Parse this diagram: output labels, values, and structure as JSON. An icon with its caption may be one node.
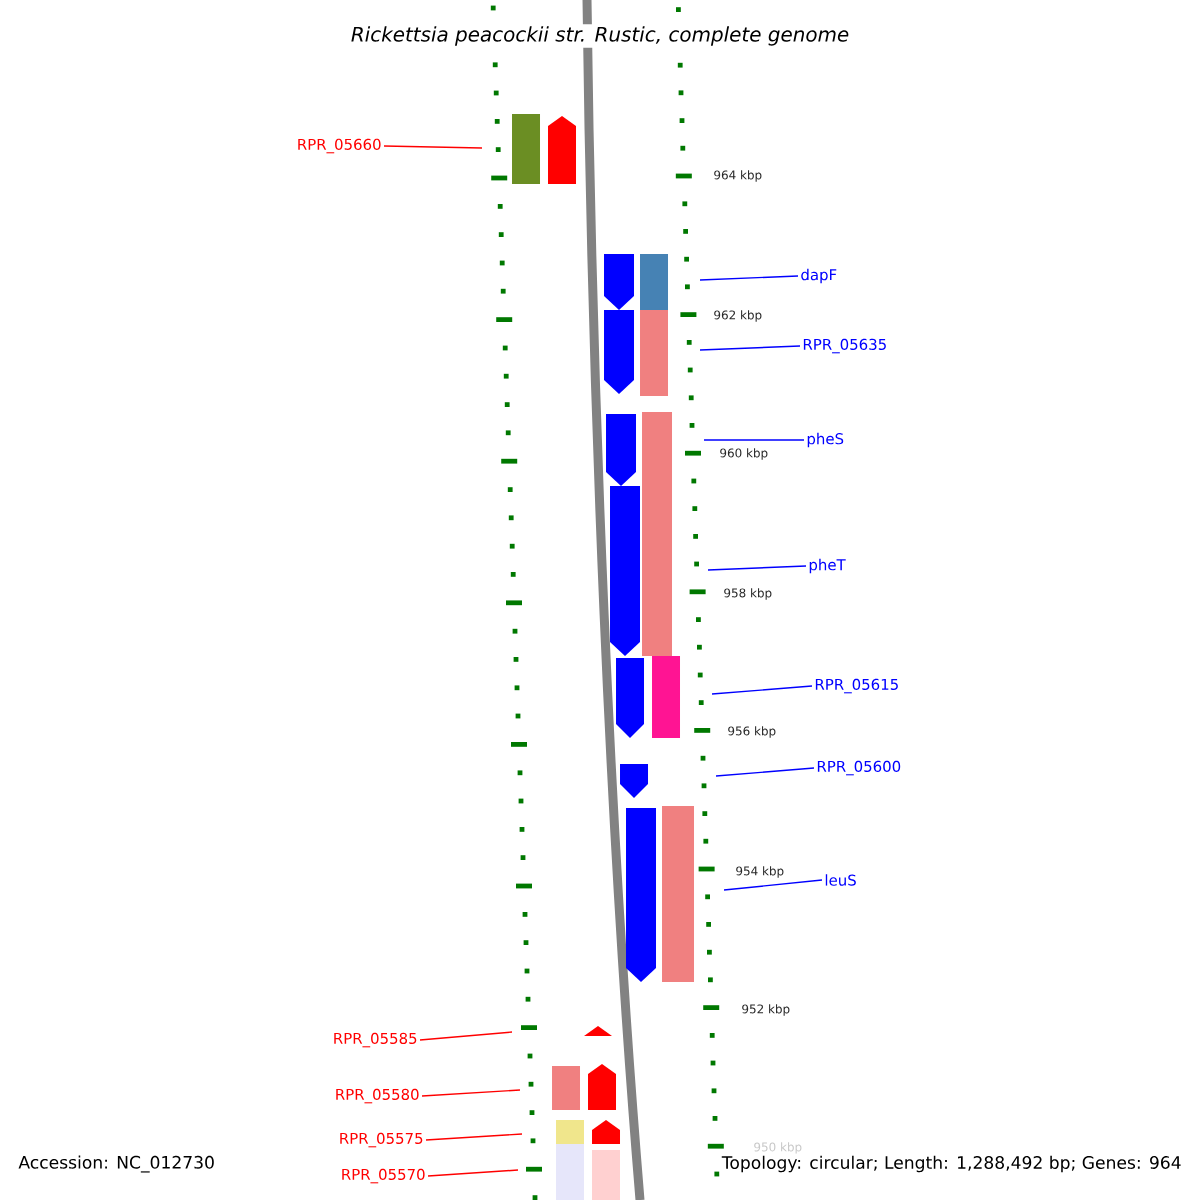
{
  "diagram": {
    "title": "Rickettsia peacockii str. Rustic, complete genome",
    "nodes": [
      {
        "text": [
          "RPR_05660"
        ]
      },
      {
        "text": [
          "dapF"
        ]
      },
      {
        "text": [
          "RPR_05635"
        ]
      },
      {
        "text": [
          "pheS"
        ]
      },
      {
        "text": [
          "pheT"
        ]
      },
      {
        "text": [
          "RPR_05615"
        ]
      },
      {
        "text": [
          "RPR_05600"
        ]
      },
      {
        "text": [
          "leuS"
        ]
      },
      {
        "text": [
          "RPR_05585"
        ]
      },
      {
        "text": [
          "RPR_05580"
        ]
      },
      {
        "text": [
          "RPR_05575"
        ]
      },
      {
        "text": [
          "RPR_05570"
        ]
      }
    ],
    "edges": [
      {
        "from": 0,
        "to": null,
        "arrow": "none",
        "color": "#ff0000"
      },
      {
        "from": 1,
        "to": null,
        "arrow": "none"
      },
      {
        "from": 2,
        "to": null,
        "arrow": "none"
      },
      {
        "from": 3,
        "to": null,
        "arrow": "none"
      },
      {
        "from": 4,
        "to": null,
        "arrow": "none"
      },
      {
        "from": 5,
        "to": null,
        "arrow": "none"
      },
      {
        "from": 6,
        "to": null,
        "arrow": "none"
      },
      {
        "from": 7,
        "to": null,
        "arrow": "none"
      },
      {
        "from": 8,
        "to": null,
        "arrow": "none",
        "color": "#ff0000"
      },
      {
        "from": 9,
        "to": null,
        "arrow": "none",
        "color": "#ff0000"
      },
      {
        "from": 10,
        "to": null,
        "arrow": "none",
        "color": "#ff0000"
      },
      {
        "from": 11,
        "to": null,
        "arrow": "none",
        "color": "#ff0000"
      }
    ],
    "labels": [
      "964 kbp",
      "962 kbp",
      "960 kbp",
      "958 kbp",
      "956 kbp",
      "954 kbp",
      "952 kbp",
      "950 kbp",
      "Accession: NC_012730",
      "Topology: circular; Length: 1,288,492 bp; Genes: 964"
    ]
  }
}
